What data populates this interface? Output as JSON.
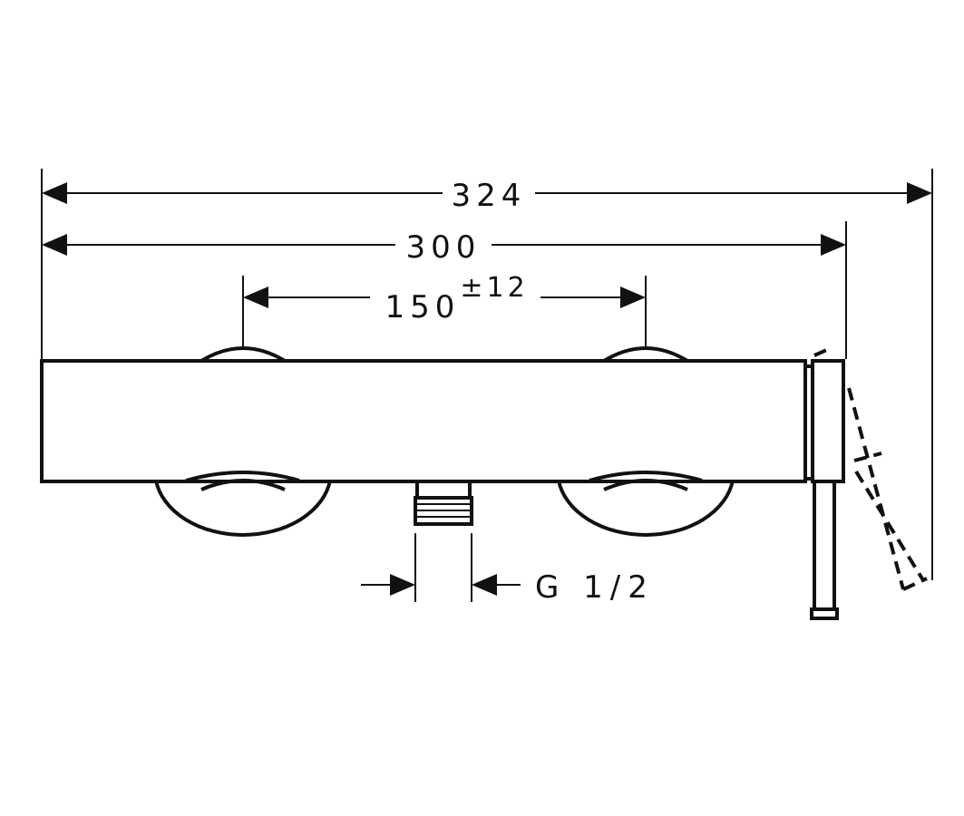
{
  "dimensions": {
    "overall_width": "324",
    "body_width": "300",
    "center_distance": "150",
    "center_tolerance": "±12",
    "outlet_thread": "G 1/2"
  },
  "colors": {
    "line": "#111111",
    "background": "#ffffff"
  }
}
